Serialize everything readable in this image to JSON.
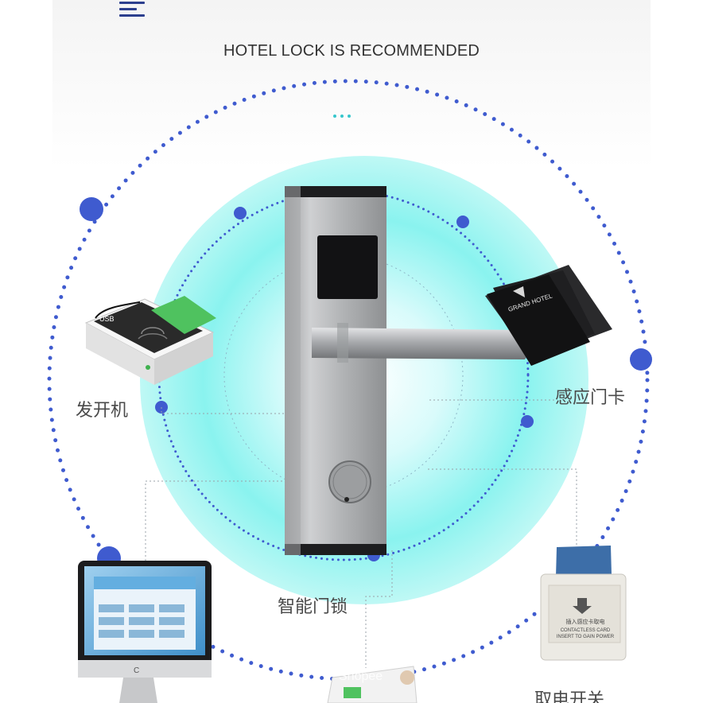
{
  "header": {
    "title": "HOTEL LOCK IS RECOMMENDED",
    "menu_icon": "hamburger-menu-icon"
  },
  "labels": {
    "encoder": "发开机",
    "cards": "感应门卡",
    "lock": "智能门锁",
    "switch": "取电开关"
  },
  "products": {
    "encoder_brand": "USB",
    "card_brand": "GRAND HOTEL",
    "switch_text_1": "插入感应卡取电",
    "switch_text_2": "CONTACTLESS CARD",
    "switch_text_3": "INSERT TO GAIN POWER",
    "monitor_logo": "C",
    "watermark": "Shopee"
  },
  "colors": {
    "dot_blue": "#3f5bcf",
    "accent_cyan": "#36c6cc",
    "panel_bg": "#f4f4f4",
    "glow_cyan": "#7ff3ee"
  }
}
